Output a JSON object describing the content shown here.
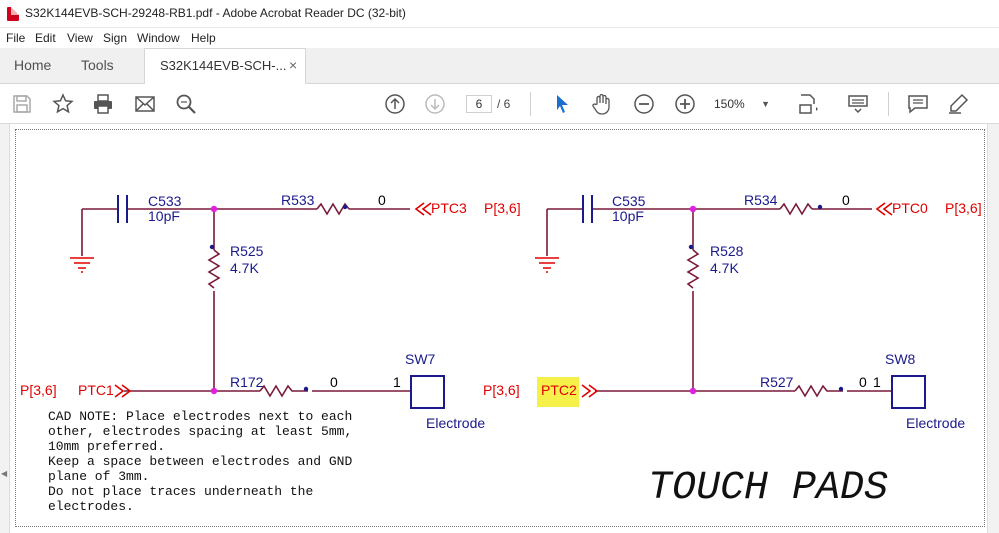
{
  "window": {
    "title": "S32K144EVB-SCH-29248-RB1.pdf - Adobe Acrobat Reader DC (32-bit)"
  },
  "menu": [
    "File",
    "Edit",
    "View",
    "Sign",
    "Window",
    "Help"
  ],
  "tabs": {
    "home": "Home",
    "tools": "Tools",
    "document": "S32K144EVB-SCH-...",
    "close": "×"
  },
  "toolbar": {
    "current_page": "6",
    "total_pages": "/ 6",
    "zoom": "150%"
  },
  "schematic": {
    "left": {
      "cap_name": "C533",
      "cap_value": "10pF",
      "r_top_name": "R533",
      "r_top_value": "0",
      "r_top_net": "PTC3",
      "r_top_ref": "P[3,6]",
      "r_vert_name": "R525",
      "r_vert_value": "4.7K",
      "bottom_ref": "P[3,6]",
      "bottom_net": "PTC1",
      "r_bot_name": "R172",
      "r_bot_value": "0",
      "pin": "1",
      "sw_name": "SW7",
      "sw_label": "Electrode"
    },
    "right": {
      "cap_name": "C535",
      "cap_value": "10pF",
      "r_top_name": "R534",
      "r_top_value": "0",
      "r_top_net": "PTC0",
      "r_top_ref": "P[3,6]",
      "r_vert_name": "R528",
      "r_vert_value": "4.7K",
      "bottom_ref": "P[3,6]",
      "bottom_net": "PTC2",
      "r_bot_name": "R527",
      "r_bot_value": "0",
      "pin": "1",
      "sw_name": "SW8",
      "sw_label": "Electrode"
    },
    "cad_note": [
      "CAD NOTE: Place electrodes next to each",
      "other, electrodes spacing at least 5mm,",
      "10mm preferred.",
      "Keep a space between electrodes and GND",
      "plane of 3mm.",
      "Do not place traces underneath the",
      "electrodes."
    ],
    "title": "TOUCH PADS",
    "colors": {
      "wire": "#7a1a3a",
      "net": "#e00000",
      "comp": "#1a1a8c",
      "junction": "#e020e0",
      "highlight": "#f5f04a"
    }
  }
}
